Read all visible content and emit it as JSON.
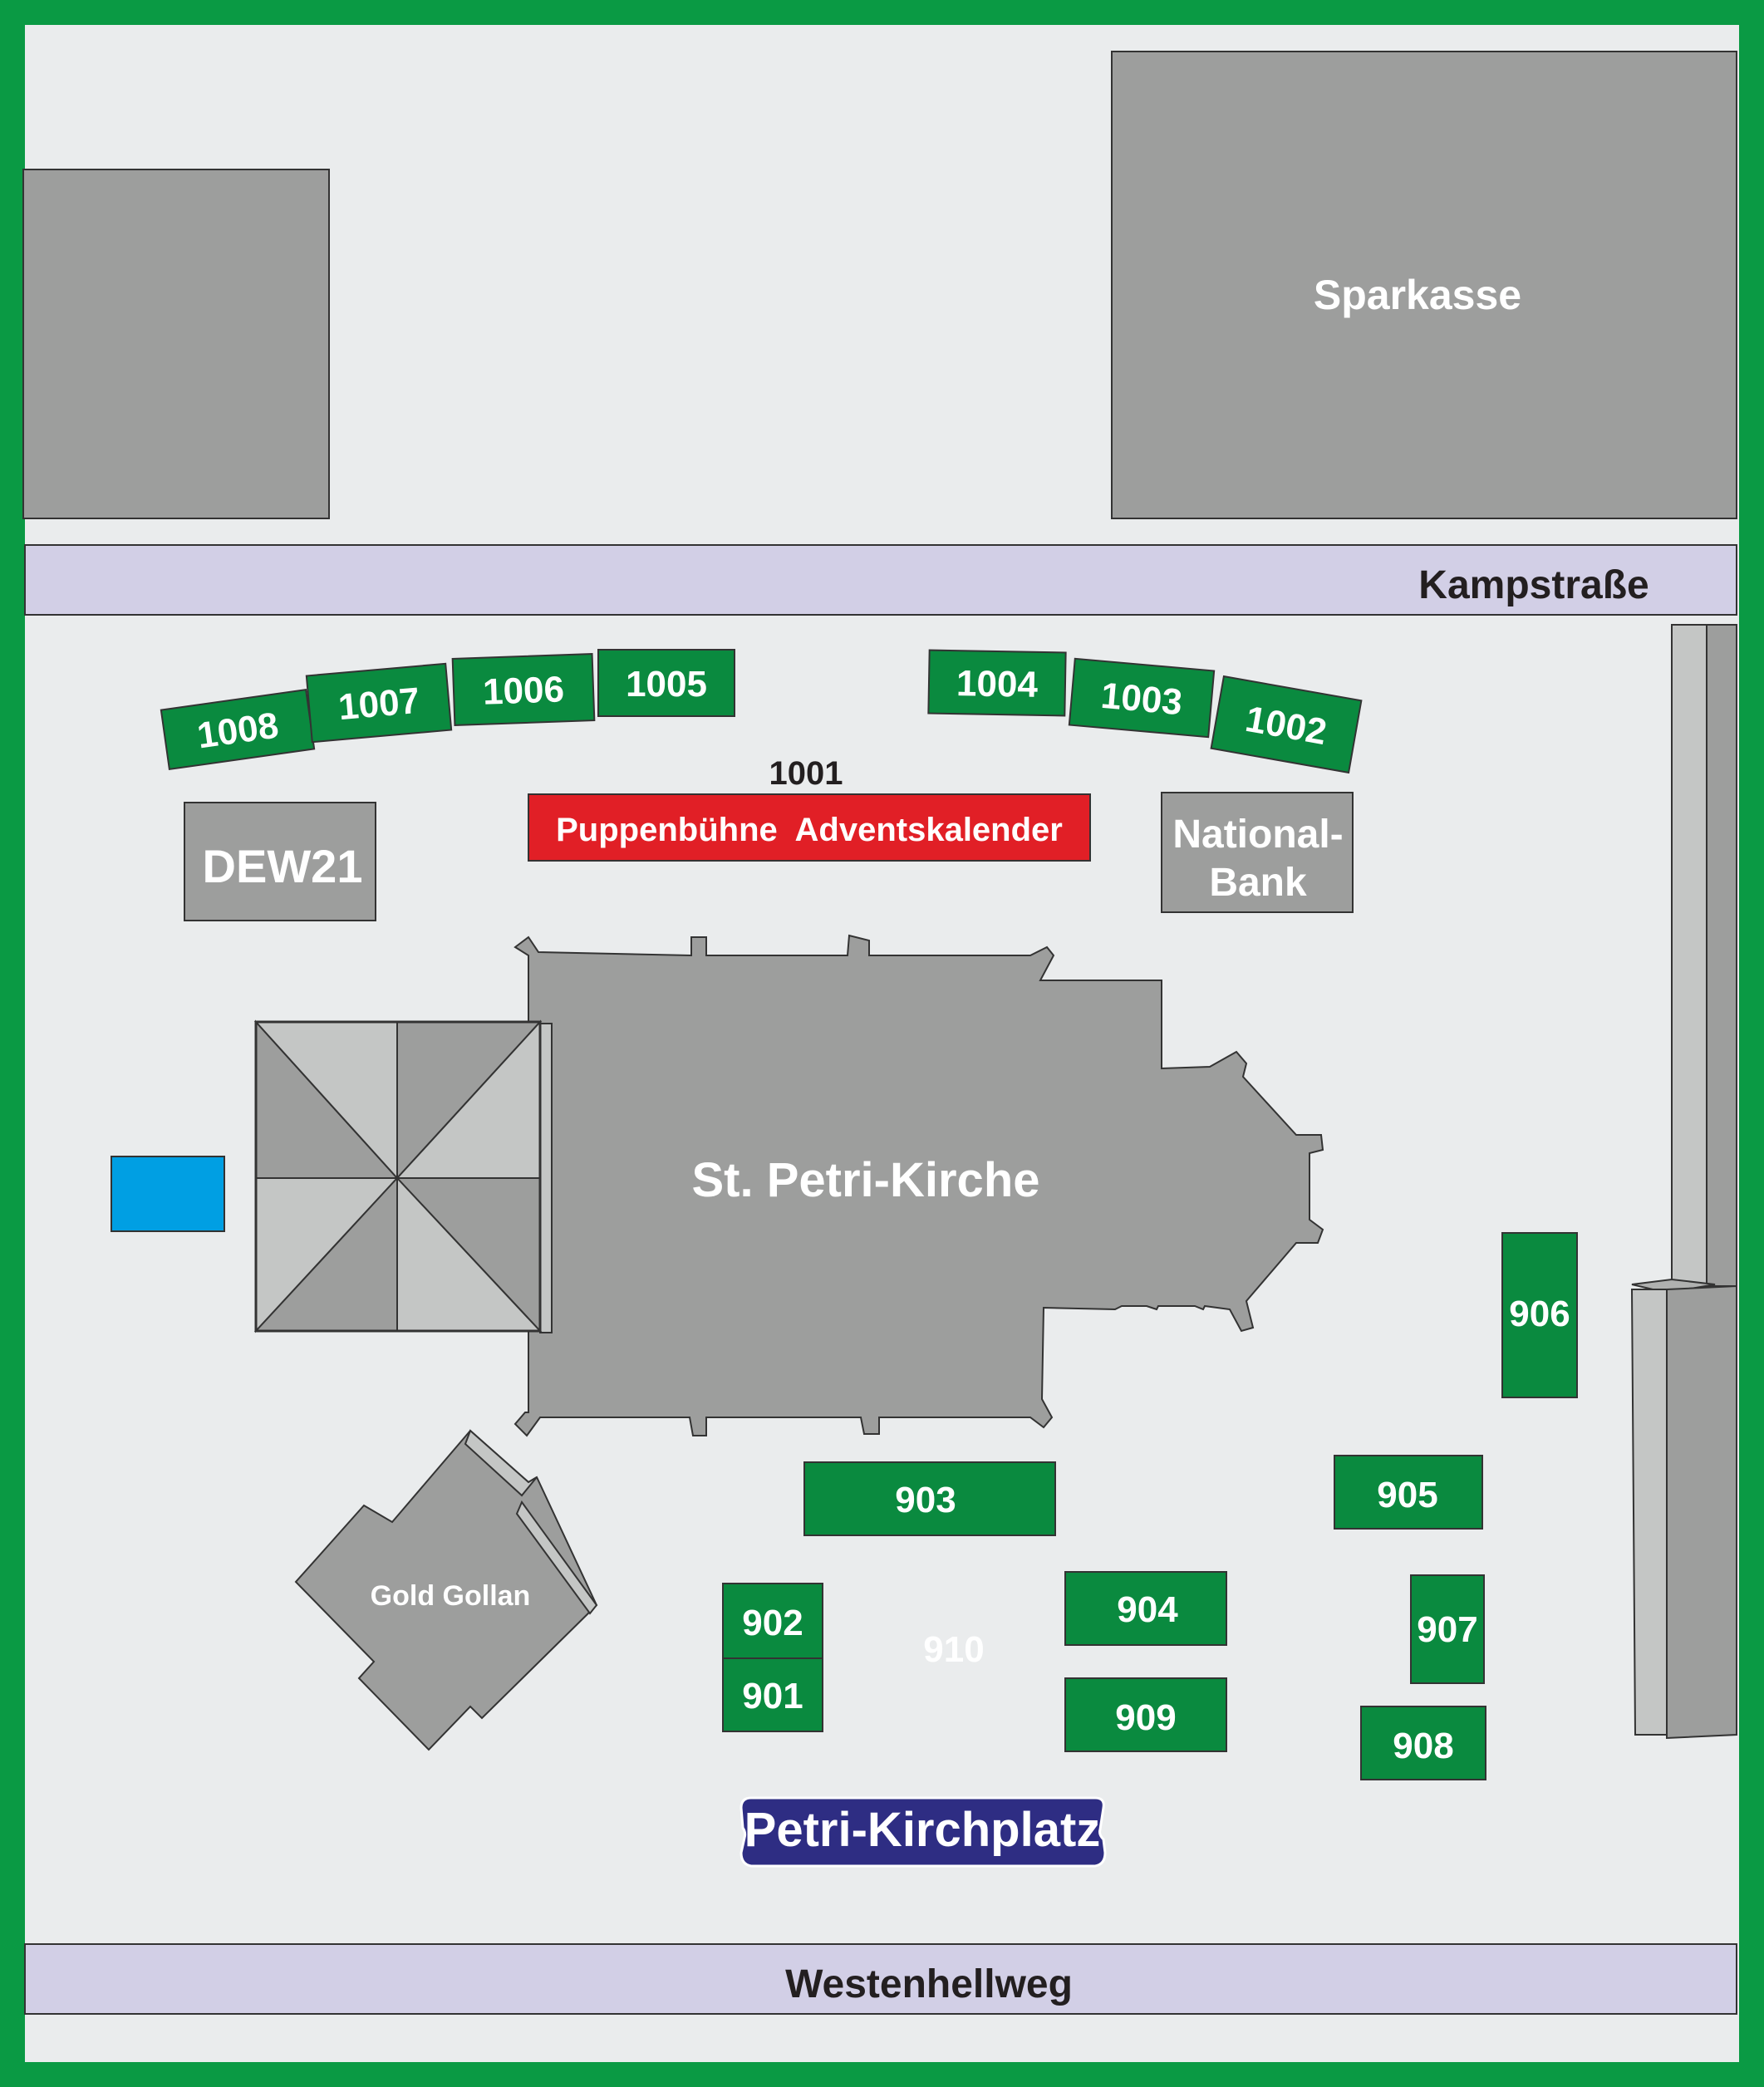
{
  "colors": {
    "frame": "#0a9a44",
    "ground": "#eaeced",
    "building": "#9d9e9d",
    "building_light": "#c4c6c5",
    "street": "#d2cfe6",
    "stall": "#0a8a3f",
    "stall_red": "#e11f26",
    "plaza_badge": "#2e2d83",
    "blue_marker": "#009fe3",
    "white": "#ffffff",
    "dark_text": "#231f20"
  },
  "buildings": {
    "sparkasse": "Sparkasse",
    "dew21": "DEW21",
    "national_bank_line1": "National-",
    "national_bank_line2": "Bank",
    "church": "St. Petri-Kirche",
    "gold_gollan": "Gold Gollan"
  },
  "streets": {
    "north": "Kampstraße",
    "south": "Westenhellweg"
  },
  "plaza": {
    "name": "Petri-Kirchplatz"
  },
  "stage": {
    "number": "1001",
    "name": "Puppenbühne  Adventskalender"
  },
  "stalls": {
    "s1008": "1008",
    "s1007": "1007",
    "s1006": "1006",
    "s1005": "1005",
    "s1004": "1004",
    "s1003": "1003",
    "s1002": "1002",
    "s906": "906",
    "s905": "905",
    "s903": "903",
    "s902": "902",
    "s901": "901",
    "s904": "904",
    "s909": "909",
    "s907": "907",
    "s908": "908",
    "s910": "910"
  }
}
